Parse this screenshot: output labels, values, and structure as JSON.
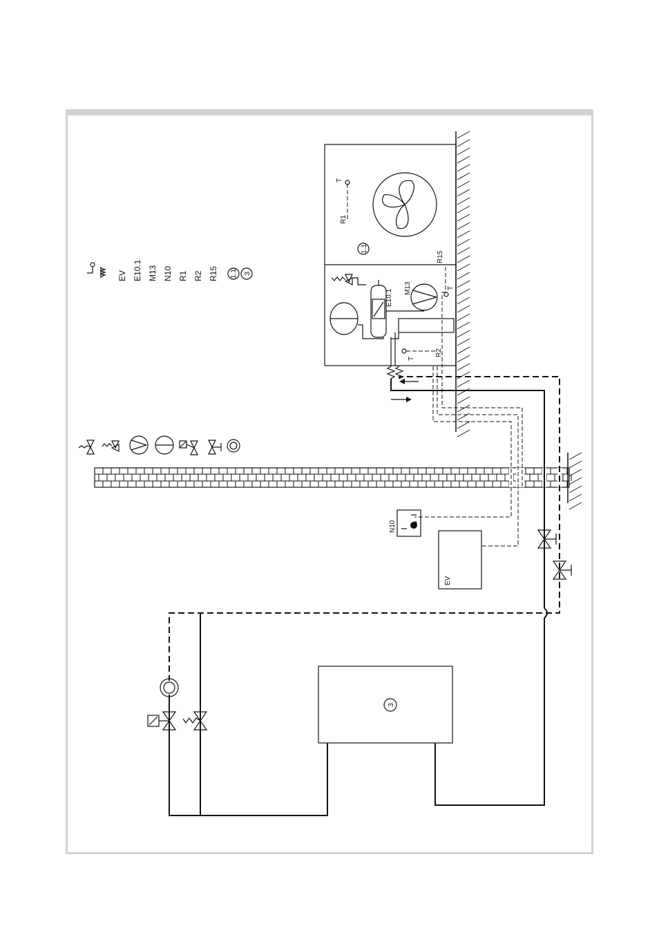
{
  "legend": {
    "items": [
      {
        "code": "EV"
      },
      {
        "code": "E10.1"
      },
      {
        "code": "M13"
      },
      {
        "code": "N10"
      },
      {
        "code": "R1"
      },
      {
        "code": "R2"
      },
      {
        "code": "R15"
      },
      {
        "code": "1.1"
      },
      {
        "code": "3"
      }
    ]
  },
  "labels": {
    "outdoor_unit_id": "1.1",
    "tank_id": "3",
    "ev": "EV",
    "n10": "N10",
    "r1": "R1",
    "r2": "R2",
    "r15": "R15",
    "m13": "M13",
    "e101": "E10.1",
    "t": "T"
  }
}
